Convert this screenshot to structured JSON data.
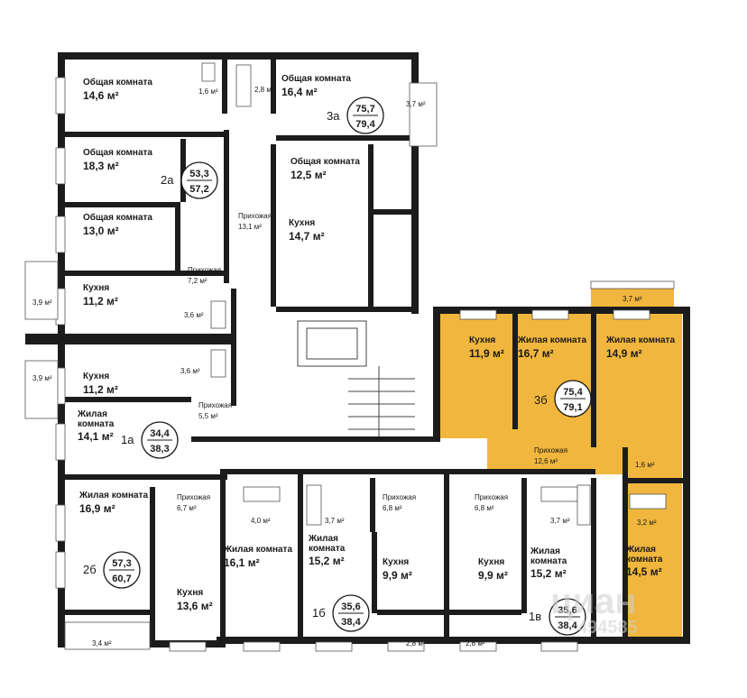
{
  "apartments": [
    {
      "id": "3a",
      "area_living": "75,7",
      "area_total": "79,4"
    },
    {
      "id": "2a",
      "area_living": "53,3",
      "area_total": "57,2"
    },
    {
      "id": "1a",
      "area_living": "34,4",
      "area_total": "38,3"
    },
    {
      "id": "3б",
      "area_living": "75,4",
      "area_total": "79,1"
    },
    {
      "id": "2б",
      "area_living": "57,3",
      "area_total": "60,7"
    },
    {
      "id": "1б",
      "area_living": "35,6",
      "area_total": "38,4"
    },
    {
      "id": "1в",
      "area_living": "35,6",
      "area_total": "38,4"
    }
  ],
  "rooms": {
    "r1": {
      "name": "Общая комната",
      "area": "14,6"
    },
    "r2": {
      "name": "",
      "area": "1,6"
    },
    "r3": {
      "name": "",
      "area": "2,8"
    },
    "r4": {
      "name": "Общая комната",
      "area": "16,4"
    },
    "r5": {
      "name": "",
      "area": "3,7"
    },
    "r6": {
      "name": "Общая комната",
      "area": "18,3"
    },
    "r7": {
      "name": "Общая комната",
      "area": "12,5"
    },
    "r8": {
      "name": "Прихожая",
      "area": "13,1"
    },
    "r9": {
      "name": "Общая комната",
      "area": "13,0"
    },
    "r10": {
      "name": "Кухня",
      "area": "14,7"
    },
    "r11": {
      "name": "Прихожая",
      "area": "7,2"
    },
    "r12": {
      "name": "Кухня",
      "area": "11,2"
    },
    "r13": {
      "name": "",
      "area": "3,9"
    },
    "r14": {
      "name": "",
      "area": "3,6"
    },
    "r15": {
      "name": "",
      "area": "3,7"
    },
    "r16": {
      "name": "Кухня",
      "area": "11,9"
    },
    "r17": {
      "name": "Жилая комната",
      "area": "16,7"
    },
    "r18": {
      "name": "Жилая комната",
      "area": "14,9"
    },
    "r19": {
      "name": "",
      "area": "3,9"
    },
    "r20": {
      "name": "Кухня",
      "area": "11,2"
    },
    "r21": {
      "name": "",
      "area": "3,6"
    },
    "r22": {
      "name": "Прихожая",
      "area": "5,5"
    },
    "r23": {
      "name": "Жилая комната",
      "area": "14,1"
    },
    "r24": {
      "name": "Прихожая",
      "area": "12,6"
    },
    "r25": {
      "name": "",
      "area": "1,6"
    },
    "r26": {
      "name": "Жилая комната",
      "area": "16,9"
    },
    "r27": {
      "name": "Прихожая",
      "area": "6,7"
    },
    "r28": {
      "name": "",
      "area": "4,0"
    },
    "r29": {
      "name": "",
      "area": "3,7"
    },
    "r30": {
      "name": "Прихожая",
      "area": "6,8"
    },
    "r31": {
      "name": "Прихожая",
      "area": "6,8"
    },
    "r32": {
      "name": "",
      "area": "3,7"
    },
    "r33": {
      "name": "",
      "area": "3,2"
    },
    "r34": {
      "name": "Жилая комната",
      "area": "16,1"
    },
    "r35": {
      "name": "Жилая комната",
      "area": "15,2"
    },
    "r36": {
      "name": "Кухня",
      "area": "9,9"
    },
    "r37": {
      "name": "Кухня",
      "area": "9,9"
    },
    "r38": {
      "name": "Жилая комната",
      "area": "15,2"
    },
    "r39": {
      "name": "Жилая комната",
      "area": "14,5"
    },
    "r40": {
      "name": "Кухня",
      "area": "13,6"
    },
    "r41": {
      "name": "",
      "area": "3,4"
    },
    "r42": {
      "name": "",
      "area": "2,8"
    },
    "r43": {
      "name": "",
      "area": "2,8"
    }
  },
  "unit": "м²",
  "watermark": {
    "brand": "циан",
    "id": "494585"
  },
  "colors": {
    "wall": "#1c1c1c",
    "highlight": "#f0b63d",
    "text": "#1a1a1a"
  }
}
